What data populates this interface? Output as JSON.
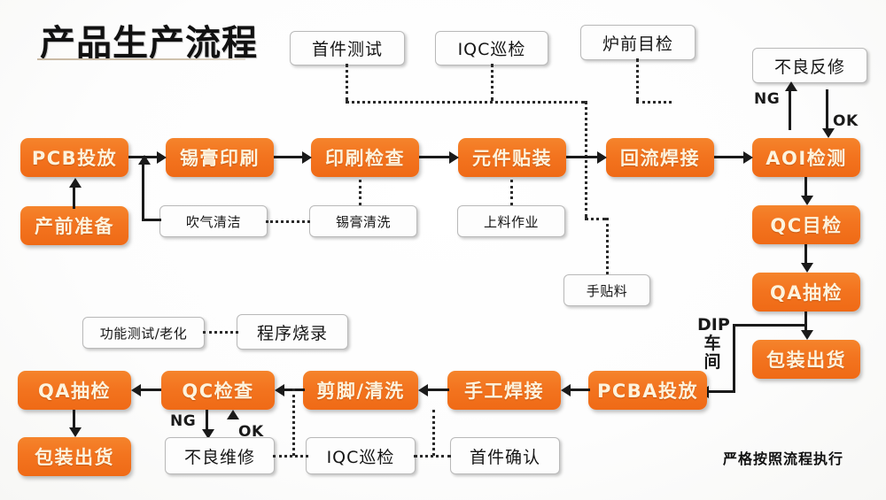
{
  "header": {
    "title": "产品生产流程"
  },
  "smt_line": {
    "steps": [
      {
        "label": "PCB投放"
      },
      {
        "label": "锡膏印刷"
      },
      {
        "label": "印刷检查"
      },
      {
        "label": "元件贴装"
      },
      {
        "label": "回流焊接"
      },
      {
        "label": "AOI检测"
      }
    ],
    "prep": {
      "label": "产前准备"
    }
  },
  "inspection_notes": {
    "top": [
      {
        "label": "首件测试"
      },
      {
        "label": "IQC巡检"
      },
      {
        "label": "炉前目检"
      },
      {
        "label": "不良反修"
      }
    ],
    "mid": [
      {
        "label": "吹气清洁"
      },
      {
        "label": "锡膏清洗"
      },
      {
        "label": "上料作业"
      },
      {
        "label": "手贴料"
      }
    ]
  },
  "aoi_branch": {
    "ng_label": "NG",
    "ok_label": "OK"
  },
  "qc_column": {
    "steps": [
      {
        "label": "QC目检"
      },
      {
        "label": "QA抽检"
      },
      {
        "label": "包装出货"
      }
    ]
  },
  "dip_line": {
    "transfer_label": "DIP\n车\n间",
    "transfer_label_lines": [
      "DIP",
      "车",
      "间"
    ],
    "steps": [
      {
        "label": "PCBA投放"
      },
      {
        "label": "手工焊接"
      },
      {
        "label": "剪脚/清洗"
      },
      {
        "label": "QC检查"
      },
      {
        "label": "QA抽检"
      },
      {
        "label": "包装出货"
      }
    ],
    "notes": [
      {
        "label": "功能测试/老化"
      },
      {
        "label": "程序烧录"
      },
      {
        "label": "不良维修"
      },
      {
        "label": "IQC巡检"
      },
      {
        "label": "首件确认"
      }
    ],
    "ng_label": "NG",
    "ok_label": "OK"
  },
  "footer": {
    "note": "严格按照流程执行"
  },
  "colors": {
    "box_orange": "#F3741F",
    "box_text": "#FDF3DD",
    "line": "#1A1A1A",
    "note_border": "#B9B9B9",
    "rule": "#C9B9A4",
    "background": "#FFFFFF"
  }
}
